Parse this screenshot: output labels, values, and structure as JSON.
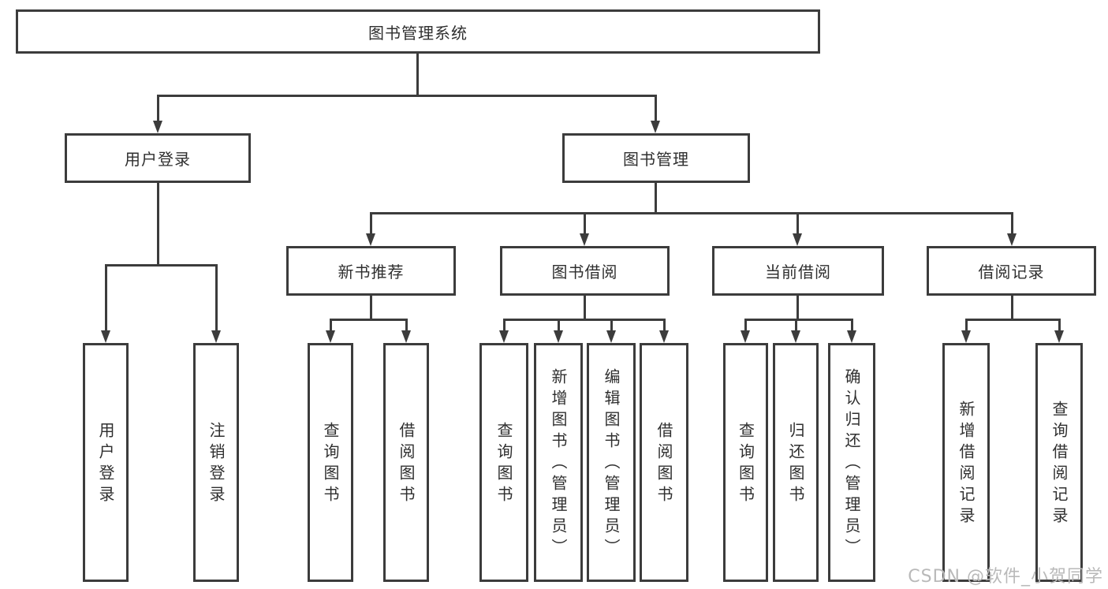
{
  "tree": {
    "label": "图书管理系统",
    "children": [
      {
        "label": "用户登录",
        "children": [
          {
            "label": "用户登录"
          },
          {
            "label": "注销登录"
          }
        ]
      },
      {
        "label": "图书管理",
        "children": [
          {
            "label": "新书推荐",
            "children": [
              {
                "label": "查询图书"
              },
              {
                "label": "借阅图书"
              }
            ]
          },
          {
            "label": "图书借阅",
            "children": [
              {
                "label": "查询图书"
              },
              {
                "label": "新增图书（管理员）"
              },
              {
                "label": "编辑图书（管理员）"
              },
              {
                "label": "借阅图书"
              }
            ]
          },
          {
            "label": "当前借阅",
            "children": [
              {
                "label": "查询图书"
              },
              {
                "label": "归还图书"
              },
              {
                "label": "确认归还（管理员）"
              }
            ]
          },
          {
            "label": "借阅记录",
            "children": [
              {
                "label": "新增借阅记录"
              },
              {
                "label": "查询借阅记录"
              }
            ]
          }
        ]
      }
    ]
  },
  "watermark": "CSDN @软件_小贺同学",
  "colors": {
    "line": "#3c3c3c",
    "text": "#2f2f2f",
    "watermark": "#b9b9b9",
    "background": "#ffffff"
  }
}
